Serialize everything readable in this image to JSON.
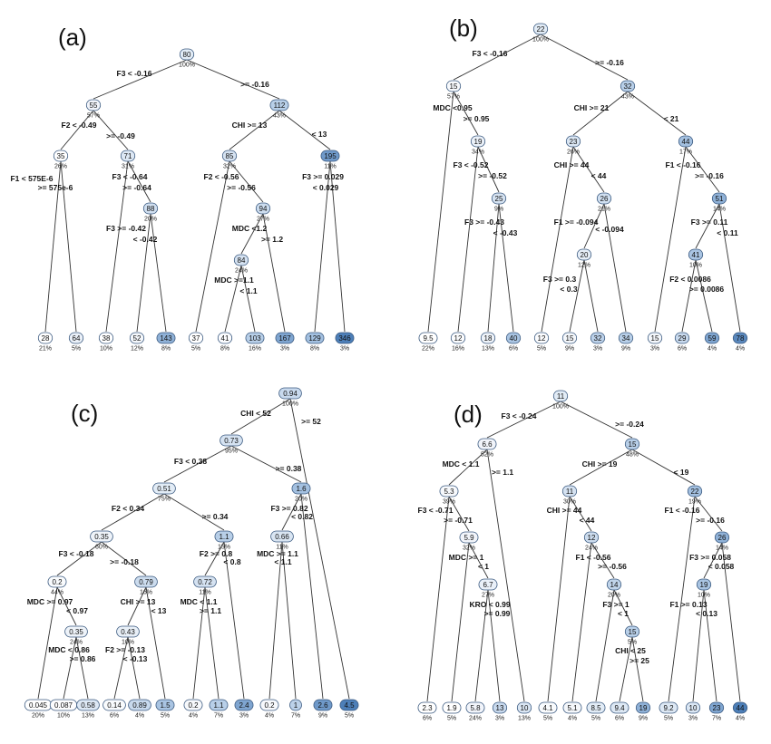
{
  "panels": [
    {
      "label": "(a)",
      "nodes": [
        {
          "id": "r",
          "v": "80",
          "p": "100%",
          "c": "#e2ecf6"
        },
        {
          "id": "L",
          "v": "55",
          "p": "57%",
          "c": "#f1f4fa"
        },
        {
          "id": "R",
          "v": "112",
          "p": "43%",
          "c": "#b8cfe8"
        },
        {
          "id": "LL",
          "v": "35",
          "p": "26%",
          "c": "#ffffff"
        },
        {
          "id": "LR",
          "v": "71",
          "p": "31%",
          "c": "#dde8f4"
        },
        {
          "id": "LRR",
          "v": "88",
          "p": "20%",
          "c": "#d0dff0"
        },
        {
          "id": "RL",
          "v": "85",
          "p": "32%",
          "c": "#d5e2f1"
        },
        {
          "id": "RLR",
          "v": "94",
          "p": "27%",
          "c": "#ccdcee"
        },
        {
          "id": "RLRL",
          "v": "84",
          "p": "24%",
          "c": "#d5e2f1"
        },
        {
          "id": "RR",
          "v": "195",
          "p": "11%",
          "c": "#6f99c9"
        }
      ],
      "leaves": [
        {
          "v": "28",
          "p": "21%",
          "c": "#ffffff"
        },
        {
          "v": "64",
          "p": "5%",
          "c": "#eaf0f8"
        },
        {
          "v": "38",
          "p": "10%",
          "c": "#ffffff"
        },
        {
          "v": "52",
          "p": "12%",
          "c": "#f4f7fb"
        },
        {
          "v": "143",
          "p": "8%",
          "c": "#8fb1d7"
        },
        {
          "v": "37",
          "p": "5%",
          "c": "#ffffff"
        },
        {
          "v": "41",
          "p": "8%",
          "c": "#fbfcfe"
        },
        {
          "v": "103",
          "p": "16%",
          "c": "#b8cfe8"
        },
        {
          "v": "167",
          "p": "3%",
          "c": "#7fa5d0"
        },
        {
          "v": "129",
          "p": "8%",
          "c": "#a3c0e0"
        },
        {
          "v": "346",
          "p": "3%",
          "c": "#4d7fb8"
        }
      ],
      "splits": [
        "F3 < -0.16",
        ">= -0.16",
        "F2 < -0.49",
        ">= -0.49",
        "CHI >= 13",
        "< 13",
        "F1 < 575E-6",
        ">= 575e-6",
        "F3 < -0.64",
        ">= -0.64",
        "F3 >= -0.42",
        "< -0.42",
        "F2 < -0.56",
        ">= -0.56",
        "MDC <1.2",
        ">= 1.2",
        "MDC >=1.1",
        "< 1.1",
        "F3 >= 0.029",
        "< 0.029"
      ]
    },
    {
      "label": "(b)",
      "nodes": [
        {
          "id": "r",
          "v": "22",
          "p": "100%",
          "c": "#e2ecf6"
        },
        {
          "id": "L",
          "v": "15",
          "p": "57%",
          "c": "#f7f9fc"
        },
        {
          "id": "R",
          "v": "32",
          "p": "43%",
          "c": "#b8cfe8"
        },
        {
          "id": "LR",
          "v": "19",
          "p": "34%",
          "c": "#eaf0f8"
        },
        {
          "id": "LRR",
          "v": "25",
          "p": "9%",
          "c": "#d5e2f1"
        },
        {
          "id": "RL",
          "v": "23",
          "p": "26%",
          "c": "#dae6f3"
        },
        {
          "id": "RLR",
          "v": "26",
          "p": "21%",
          "c": "#d0dff0"
        },
        {
          "id": "RLRL",
          "v": "20",
          "p": "12%",
          "c": "#e6eef7"
        },
        {
          "id": "RR",
          "v": "44",
          "p": "17%",
          "c": "#a3c0e0"
        },
        {
          "id": "RRR",
          "v": "51",
          "p": "14%",
          "c": "#8fb1d7"
        },
        {
          "id": "RRRL",
          "v": "41",
          "p": "10%",
          "c": "#a9c4e2"
        }
      ],
      "leaves": [
        {
          "v": "9.5",
          "p": "22%",
          "c": "#ffffff"
        },
        {
          "v": "12",
          "p": "16%",
          "c": "#fbfcfe"
        },
        {
          "v": "18",
          "p": "13%",
          "c": "#eef3f9"
        },
        {
          "v": "40",
          "p": "6%",
          "c": "#a9c4e2"
        },
        {
          "v": "12",
          "p": "5%",
          "c": "#fbfcfe"
        },
        {
          "v": "15",
          "p": "9%",
          "c": "#f4f7fb"
        },
        {
          "v": "32",
          "p": "3%",
          "c": "#bcd1e9"
        },
        {
          "v": "34",
          "p": "9%",
          "c": "#b8cfe8"
        },
        {
          "v": "15",
          "p": "3%",
          "c": "#f4f7fb"
        },
        {
          "v": "29",
          "p": "6%",
          "c": "#c8d9ed"
        },
        {
          "v": "59",
          "p": "4%",
          "c": "#7fa5d0"
        },
        {
          "v": "78",
          "p": "4%",
          "c": "#5a88bd"
        }
      ],
      "splits": [
        "F3 < -0.16",
        ">= -0.16",
        "MDC <0.95",
        ">= 0.95",
        "CHI >= 21",
        "< 21",
        "F3 < -0.52",
        ">= -0.52",
        "F3 >= -0.43",
        "< -0.43",
        "CHI >= 44",
        "< 44",
        "F1 >= -0.094",
        "< -0.094",
        "F3 >= 0.3",
        "< 0.3",
        "F1 < -0.16",
        ">= -0.16",
        "F3 >= 0.11",
        "< 0.11",
        "F2 < 0.0086",
        ">= 0.0086"
      ]
    },
    {
      "label": "(c)",
      "nodes": [
        {
          "id": "r",
          "v": "0.94",
          "p": "100%",
          "c": "#c8d9ed"
        },
        {
          "id": "L",
          "v": "0.73",
          "p": "95%",
          "c": "#d5e2f1"
        },
        {
          "id": "LL",
          "v": "0.51",
          "p": "75%",
          "c": "#e2ecf6"
        },
        {
          "id": "LLL",
          "v": "0.35",
          "p": "60%",
          "c": "#eef3f9"
        },
        {
          "id": "LLLL",
          "v": "0.2",
          "p": "44%",
          "c": "#f9fbfd"
        },
        {
          "id": "LLLLR",
          "v": "0.35",
          "p": "24%",
          "c": "#eef3f9"
        },
        {
          "id": "LLLR",
          "v": "0.79",
          "p": "16%",
          "c": "#ccdcee"
        },
        {
          "id": "LLLRL",
          "v": "0.43",
          "p": "10%",
          "c": "#e8eff7"
        },
        {
          "id": "LLR",
          "v": "1.1",
          "p": "15%",
          "c": "#b8cfe8"
        },
        {
          "id": "LLRL",
          "v": "0.72",
          "p": "11%",
          "c": "#d5e2f1"
        },
        {
          "id": "LR",
          "v": "1.6",
          "p": "20%",
          "c": "#a3c0e0"
        },
        {
          "id": "LRL",
          "v": "0.66",
          "p": "11%",
          "c": "#d9e5f2"
        }
      ],
      "leaves": [
        {
          "v": "0.045",
          "p": "20%",
          "c": "#ffffff"
        },
        {
          "v": "0.087",
          "p": "10%",
          "c": "#fdfdfe"
        },
        {
          "v": "0.58",
          "p": "13%",
          "c": "#dde8f4"
        },
        {
          "v": "0.14",
          "p": "6%",
          "c": "#f9fbfd"
        },
        {
          "v": "0.89",
          "p": "4%",
          "c": "#c8d9ed"
        },
        {
          "v": "1.5",
          "p": "5%",
          "c": "#a9c4e2"
        },
        {
          "v": "0.2",
          "p": "4%",
          "c": "#f7f9fc"
        },
        {
          "v": "1.1",
          "p": "7%",
          "c": "#b8cfe8"
        },
        {
          "v": "2.4",
          "p": "3%",
          "c": "#7fa5d0"
        },
        {
          "v": "0.2",
          "p": "4%",
          "c": "#f7f9fc"
        },
        {
          "v": "1",
          "p": "7%",
          "c": "#bcd1e9"
        },
        {
          "v": "2.6",
          "p": "9%",
          "c": "#6f99c9"
        },
        {
          "v": "4.5",
          "p": "5%",
          "c": "#4d7fb8"
        }
      ],
      "splits": [
        "CHI < 52",
        ">= 52",
        "F3 < 0.38",
        ">= 0.38",
        "F2 < 0.34",
        ">= 0.34",
        "F3 < -0.18",
        ">= -0.18",
        "MDC >= 0.97",
        "< 0.97",
        "MDC < 0.86",
        ">= 0.86",
        "CHI >= 13",
        "< 13",
        "F2 >= -0.13",
        "< -0.13",
        "F2 >= 0.8",
        "< 0.8",
        "MDC < 1.1",
        ">= 1.1",
        "F3 >= 0.82",
        "< 0.82",
        "MDC >= 1.1",
        "< 1.1"
      ]
    },
    {
      "label": "(d)",
      "nodes": [
        {
          "id": "r",
          "v": "11",
          "p": "100%",
          "c": "#e2ecf6"
        },
        {
          "id": "L",
          "v": "6.6",
          "p": "52%",
          "c": "#f1f4fa"
        },
        {
          "id": "LL",
          "v": "5.3",
          "p": "39%",
          "c": "#f7f9fc"
        },
        {
          "id": "LLR",
          "v": "5.9",
          "p": "32%",
          "c": "#f1f4fa"
        },
        {
          "id": "LLRR",
          "v": "6.7",
          "p": "27%",
          "c": "#eaf0f8"
        },
        {
          "id": "R",
          "v": "15",
          "p": "48%",
          "c": "#b8cfe8"
        },
        {
          "id": "RL",
          "v": "11",
          "p": "30%",
          "c": "#d5e2f1"
        },
        {
          "id": "RLR",
          "v": "12",
          "p": "24%",
          "c": "#ccdcee"
        },
        {
          "id": "RLRR",
          "v": "14",
          "p": "20%",
          "c": "#c0d4ea"
        },
        {
          "id": "RLRRR",
          "v": "15",
          "p": "5%",
          "c": "#b8cfe8"
        },
        {
          "id": "RR",
          "v": "22",
          "p": "19%",
          "c": "#a3c0e0"
        },
        {
          "id": "RRR",
          "v": "26",
          "p": "14%",
          "c": "#8fb1d7"
        },
        {
          "id": "RRRL",
          "v": "19",
          "p": "10%",
          "c": "#a9c4e2"
        }
      ],
      "leaves": [
        {
          "v": "2.3",
          "p": "6%",
          "c": "#ffffff"
        },
        {
          "v": "1.9",
          "p": "5%",
          "c": "#ffffff"
        },
        {
          "v": "5.8",
          "p": "24%",
          "c": "#f1f4fa"
        },
        {
          "v": "13",
          "p": "3%",
          "c": "#c8d9ed"
        },
        {
          "v": "10",
          "p": "13%",
          "c": "#dae6f3"
        },
        {
          "v": "4.1",
          "p": "5%",
          "c": "#f9fbfd"
        },
        {
          "v": "5.1",
          "p": "4%",
          "c": "#f4f7fb"
        },
        {
          "v": "8.5",
          "p": "5%",
          "c": "#e2ecf6"
        },
        {
          "v": "9.4",
          "p": "6%",
          "c": "#dde8f4"
        },
        {
          "v": "19",
          "p": "9%",
          "c": "#8fb1d7"
        },
        {
          "v": "9.2",
          "p": "5%",
          "c": "#dde8f4"
        },
        {
          "v": "10",
          "p": "3%",
          "c": "#dae6f3"
        },
        {
          "v": "23",
          "p": "7%",
          "c": "#7fa5d0"
        },
        {
          "v": "44",
          "p": "4%",
          "c": "#4d7fb8"
        }
      ],
      "splits": [
        "F3 < -0.24",
        ">= -0.24",
        "MDC < 1.1",
        ">= 1.1",
        "CHI >= 19",
        "< 19",
        "F3 < -0.71",
        ">= -0.71",
        "MDC >= 1",
        "< 1",
        "KRO < 0.99",
        ">= 0.99",
        "CHI >= 44",
        "< 44",
        "F1 < -0.56",
        ">= -0.56",
        "F3 >= 1",
        "< 1",
        "CHI < 25",
        ">= 25",
        "F1 < -0.16",
        ">= -0.16",
        "F3 >= 0.058",
        "< 0.058",
        "F1 >= 0.13",
        "< 0.13"
      ]
    }
  ]
}
